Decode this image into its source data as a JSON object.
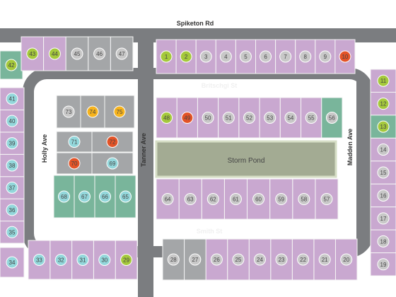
{
  "streets": {
    "spiketon": "Spiketon Rd",
    "britschgi": "Britschgi St",
    "holly": "Holly Ave",
    "tanner": "Tanner Ave",
    "madden": "Madden Ave",
    "smith": "Smith St"
  },
  "pond": {
    "label": "Storm Pond"
  },
  "watermark": "",
  "status_colors": {
    "green": "#a5c93c",
    "gray": "#c8c8c8",
    "orange": "#f6b31d",
    "red": "#e35327",
    "teal": "#93d7db",
    "pink": "#c9a8d0"
  },
  "lots": [
    {
      "n": "1",
      "s": "green"
    },
    {
      "n": "2",
      "s": "green"
    },
    {
      "n": "3",
      "s": "gray"
    },
    {
      "n": "4",
      "s": "gray"
    },
    {
      "n": "5",
      "s": "gray"
    },
    {
      "n": "6",
      "s": "gray"
    },
    {
      "n": "7",
      "s": "gray"
    },
    {
      "n": "8",
      "s": "gray"
    },
    {
      "n": "9",
      "s": "gray"
    },
    {
      "n": "10",
      "s": "red"
    },
    {
      "n": "11",
      "s": "green"
    },
    {
      "n": "12",
      "s": "green"
    },
    {
      "n": "13",
      "s": "green"
    },
    {
      "n": "14",
      "s": "gray"
    },
    {
      "n": "15",
      "s": "gray"
    },
    {
      "n": "16",
      "s": "gray"
    },
    {
      "n": "17",
      "s": "gray"
    },
    {
      "n": "18",
      "s": "gray"
    },
    {
      "n": "19",
      "s": "gray"
    },
    {
      "n": "20",
      "s": "gray"
    },
    {
      "n": "21",
      "s": "gray"
    },
    {
      "n": "22",
      "s": "gray"
    },
    {
      "n": "23",
      "s": "gray"
    },
    {
      "n": "24",
      "s": "gray"
    },
    {
      "n": "25",
      "s": "gray"
    },
    {
      "n": "26",
      "s": "gray"
    },
    {
      "n": "27",
      "s": "gray"
    },
    {
      "n": "28",
      "s": "gray"
    },
    {
      "n": "29",
      "s": "green"
    },
    {
      "n": "30",
      "s": "teal"
    },
    {
      "n": "31",
      "s": "teal"
    },
    {
      "n": "32",
      "s": "teal"
    },
    {
      "n": "33",
      "s": "teal"
    },
    {
      "n": "34",
      "s": "teal"
    },
    {
      "n": "35",
      "s": "teal"
    },
    {
      "n": "36",
      "s": "teal"
    },
    {
      "n": "37",
      "s": "teal"
    },
    {
      "n": "38",
      "s": "teal"
    },
    {
      "n": "39",
      "s": "teal"
    },
    {
      "n": "40",
      "s": "teal"
    },
    {
      "n": "41",
      "s": "teal"
    },
    {
      "n": "42",
      "s": "green"
    },
    {
      "n": "43",
      "s": "green"
    },
    {
      "n": "44",
      "s": "green"
    },
    {
      "n": "45",
      "s": "gray"
    },
    {
      "n": "46",
      "s": "gray"
    },
    {
      "n": "47",
      "s": "gray"
    },
    {
      "n": "48",
      "s": "green"
    },
    {
      "n": "49",
      "s": "red"
    },
    {
      "n": "50",
      "s": "gray"
    },
    {
      "n": "51",
      "s": "gray"
    },
    {
      "n": "52",
      "s": "gray"
    },
    {
      "n": "53",
      "s": "gray"
    },
    {
      "n": "54",
      "s": "gray"
    },
    {
      "n": "55",
      "s": "gray"
    },
    {
      "n": "56",
      "s": "gray"
    },
    {
      "n": "57",
      "s": "gray"
    },
    {
      "n": "58",
      "s": "gray"
    },
    {
      "n": "59",
      "s": "gray"
    },
    {
      "n": "60",
      "s": "gray"
    },
    {
      "n": "61",
      "s": "gray"
    },
    {
      "n": "62",
      "s": "gray"
    },
    {
      "n": "63",
      "s": "gray"
    },
    {
      "n": "64",
      "s": "gray"
    },
    {
      "n": "65",
      "s": "teal"
    },
    {
      "n": "66",
      "s": "teal"
    },
    {
      "n": "67",
      "s": "teal"
    },
    {
      "n": "68",
      "s": "teal"
    },
    {
      "n": "69",
      "s": "teal"
    },
    {
      "n": "70",
      "s": "red"
    },
    {
      "n": "71",
      "s": "teal"
    },
    {
      "n": "72",
      "s": "red"
    },
    {
      "n": "73",
      "s": "gray"
    },
    {
      "n": "74",
      "s": "orange"
    },
    {
      "n": "75",
      "s": "orange"
    }
  ]
}
